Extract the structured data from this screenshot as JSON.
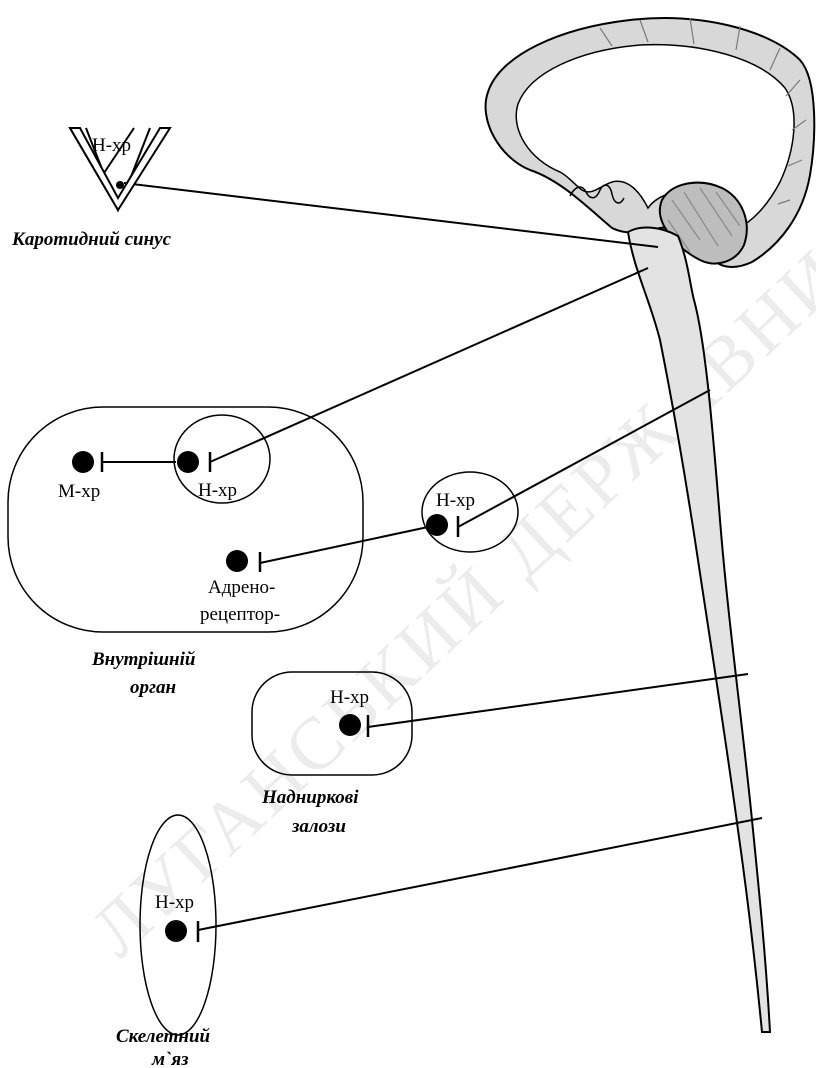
{
  "watermark": "ЛУГАНСЬКИЙ ДЕРЖАВНИЙ",
  "receptor_labels": {
    "carotid": "Н-хр",
    "organ_muscarinic": "М-хр",
    "organ_ganglion": "Н-хр",
    "sympathetic_ganglion": "Н-хр",
    "adrenal": "Н-хр",
    "skeletal": "Н-хр"
  },
  "adreno_label": {
    "line1": "Адрено-",
    "line2": "рецептор-"
  },
  "captions": {
    "carotid_sinus": "Каротидний синус",
    "internal_organ": {
      "line1": "Внутрішній",
      "line2": "орган"
    },
    "adrenal_glands": {
      "line1": "Надниркові",
      "line2": "залози"
    },
    "skeletal_muscle": {
      "line1": "Скелетний",
      "line2": "м`яз"
    }
  },
  "colors": {
    "cns_fill": "#e3e3e3",
    "cns_dark": "#bdbdbd",
    "outline": "#000000"
  }
}
